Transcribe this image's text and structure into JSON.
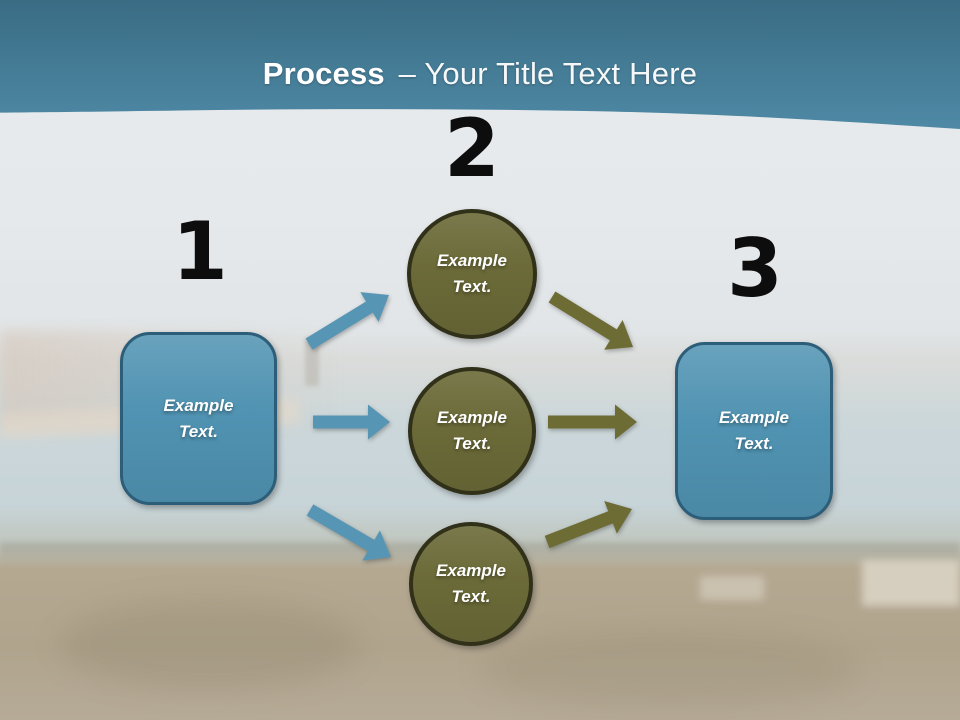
{
  "title": {
    "bold": "Process",
    "rest": "– Your Title Text Here"
  },
  "steps": [
    {
      "number": "1",
      "label": "Example Text."
    },
    {
      "number": "2",
      "labels": [
        "Example Text.",
        "Example Text.",
        "Example Text."
      ]
    },
    {
      "number": "3",
      "label": "Example Text."
    }
  ],
  "colors": {
    "header_top": "#3a6c84",
    "header_bottom": "#4e89a5",
    "title_color": "#ffffff",
    "number_color": "#0d0d0d",
    "blue_shape": "#5093b2",
    "blue_shape_border": "#2d5e79",
    "arrow_blue": "#5795b5",
    "olive_shape": "#6b6a38",
    "olive_shape_border": "#31311a",
    "arrow_olive": "#6e6c35"
  }
}
